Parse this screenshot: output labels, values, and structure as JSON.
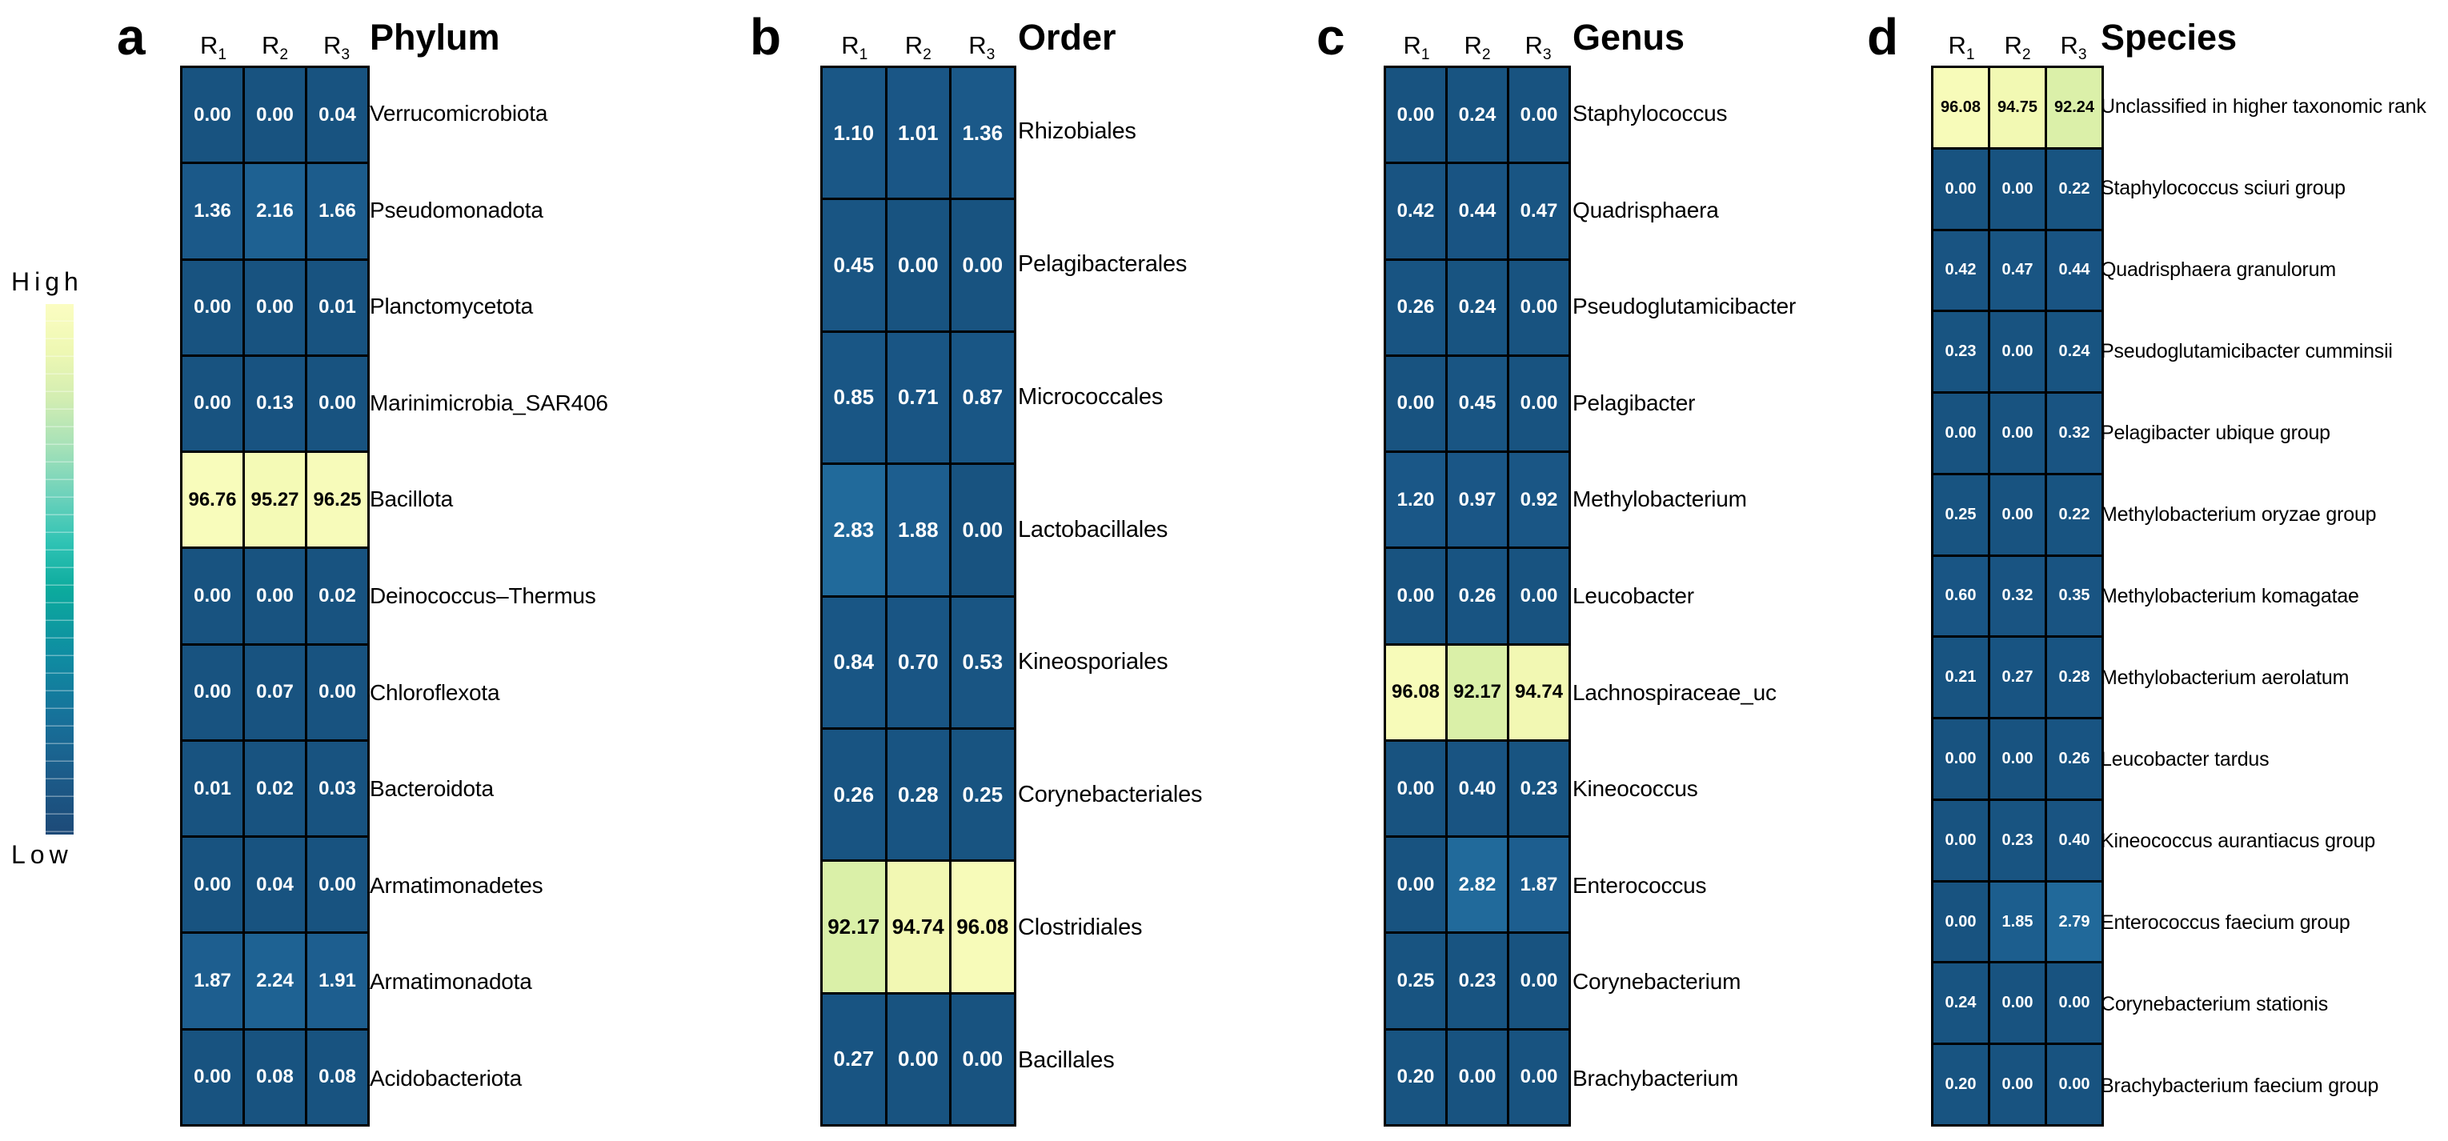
{
  "legend": {
    "high_label": "High",
    "low_label": "Low"
  },
  "colors": {
    "background": "#ffffff",
    "grid_border": "#000000",
    "cell_low_blue": "#185380",
    "cell_high_yellow": "#f9fcbc",
    "value_text_on_blue": "#ffffff",
    "value_text_on_yellow": "#000000",
    "colormap_stops": [
      [
        0,
        "#185380"
      ],
      [
        1.2,
        "#1a5787"
      ],
      [
        2,
        "#1d5f90"
      ],
      [
        3,
        "#226c9d"
      ],
      [
        91.8,
        "#d6eea6"
      ],
      [
        93,
        "#e4f4ad"
      ],
      [
        94.5,
        "#f1f8b2"
      ],
      [
        95.5,
        "#f5fab7"
      ],
      [
        97,
        "#f9fcbc"
      ]
    ],
    "legend_gradient_stops": [
      [
        0,
        "#fbfdc2"
      ],
      [
        9,
        "#eef8b3"
      ],
      [
        18,
        "#d2edb2"
      ],
      [
        27,
        "#a5e1b8"
      ],
      [
        36,
        "#6ed2bb"
      ],
      [
        45,
        "#2fc3b4"
      ],
      [
        54,
        "#0caa9d"
      ],
      [
        66,
        "#0f8da2"
      ],
      [
        78,
        "#17719a"
      ],
      [
        89,
        "#1c5b89"
      ],
      [
        100,
        "#1d4a78"
      ]
    ]
  },
  "chart_data": [
    {
      "type": "heatmap",
      "panel_letter": "a",
      "title": "Phylum",
      "columns": [
        "R1",
        "R2",
        "R3"
      ],
      "value_range_note": "relative abundance percent, Low=dark blue High=pale yellow",
      "rows": [
        {
          "label": "Verrucomicrobiota",
          "values": [
            "0.00",
            "0.00",
            "0.04"
          ]
        },
        {
          "label": "Pseudomonadota",
          "values": [
            "1.36",
            "2.16",
            "1.66"
          ]
        },
        {
          "label": "Planctomycetota",
          "values": [
            "0.00",
            "0.00",
            "0.01"
          ]
        },
        {
          "label": "Marinimicrobia_SAR406",
          "values": [
            "0.00",
            "0.13",
            "0.00"
          ]
        },
        {
          "label": "Bacillota",
          "values": [
            "96.76",
            "95.27",
            "96.25"
          ]
        },
        {
          "label": "Deinococcus–Thermus",
          "values": [
            "0.00",
            "0.00",
            "0.02"
          ]
        },
        {
          "label": "Chloroflexota",
          "values": [
            "0.00",
            "0.07",
            "0.00"
          ]
        },
        {
          "label": "Bacteroidota",
          "values": [
            "0.01",
            "0.02",
            "0.03"
          ]
        },
        {
          "label": "Armatimonadetes",
          "values": [
            "0.00",
            "0.04",
            "0.00"
          ]
        },
        {
          "label": "Armatimonadota",
          "values": [
            "1.87",
            "2.24",
            "1.91"
          ]
        },
        {
          "label": "Acidobacteriota",
          "values": [
            "0.00",
            "0.08",
            "0.08"
          ]
        }
      ]
    },
    {
      "type": "heatmap",
      "panel_letter": "b",
      "title": "Order",
      "columns": [
        "R1",
        "R2",
        "R3"
      ],
      "rows": [
        {
          "label": "Rhizobiales",
          "values": [
            "1.10",
            "1.01",
            "1.36"
          ]
        },
        {
          "label": "Pelagibacterales",
          "values": [
            "0.45",
            "0.00",
            "0.00"
          ]
        },
        {
          "label": "Micrococcales",
          "values": [
            "0.85",
            "0.71",
            "0.87"
          ]
        },
        {
          "label": "Lactobacillales",
          "values": [
            "2.83",
            "1.88",
            "0.00"
          ]
        },
        {
          "label": "Kineosporiales",
          "values": [
            "0.84",
            "0.70",
            "0.53"
          ]
        },
        {
          "label": "Corynebacteriales",
          "values": [
            "0.26",
            "0.28",
            "0.25"
          ]
        },
        {
          "label": "Clostridiales",
          "values": [
            "92.17",
            "94.74",
            "96.08"
          ]
        },
        {
          "label": "Bacillales",
          "values": [
            "0.27",
            "0.00",
            "0.00"
          ]
        }
      ]
    },
    {
      "type": "heatmap",
      "panel_letter": "c",
      "title": "Genus",
      "columns": [
        "R1",
        "R2",
        "R3"
      ],
      "rows": [
        {
          "label": "Staphylococcus",
          "values": [
            "0.00",
            "0.24",
            "0.00"
          ]
        },
        {
          "label": "Quadrisphaera",
          "values": [
            "0.42",
            "0.44",
            "0.47"
          ]
        },
        {
          "label": "Pseudoglutamicibacter",
          "values": [
            "0.26",
            "0.24",
            "0.00"
          ]
        },
        {
          "label": "Pelagibacter",
          "values": [
            "0.00",
            "0.45",
            "0.00"
          ]
        },
        {
          "label": "Methylobacterium",
          "values": [
            "1.20",
            "0.97",
            "0.92"
          ]
        },
        {
          "label": "Leucobacter",
          "values": [
            "0.00",
            "0.26",
            "0.00"
          ]
        },
        {
          "label": "Lachnospiraceae_uc",
          "values": [
            "96.08",
            "92.17",
            "94.74"
          ]
        },
        {
          "label": "Kineococcus",
          "values": [
            "0.00",
            "0.40",
            "0.23"
          ]
        },
        {
          "label": "Enterococcus",
          "values": [
            "0.00",
            "2.82",
            "1.87"
          ]
        },
        {
          "label": "Corynebacterium",
          "values": [
            "0.25",
            "0.23",
            "0.00"
          ]
        },
        {
          "label": "Brachybacterium",
          "values": [
            "0.20",
            "0.00",
            "0.00"
          ]
        }
      ]
    },
    {
      "type": "heatmap",
      "panel_letter": "d",
      "title": "Species",
      "columns": [
        "R1",
        "R2",
        "R3"
      ],
      "rows": [
        {
          "label": "Unclassified in higher taxonomic rank",
          "values": [
            "96.08",
            "94.75",
            "92.24"
          ]
        },
        {
          "label": "Staphylococcus sciuri group",
          "values": [
            "0.00",
            "0.00",
            "0.22"
          ]
        },
        {
          "label": "Quadrisphaera granulorum",
          "values": [
            "0.42",
            "0.47",
            "0.44"
          ]
        },
        {
          "label": "Pseudoglutamicibacter cumminsii",
          "values": [
            "0.23",
            "0.00",
            "0.24"
          ]
        },
        {
          "label": "Pelagibacter ubique group",
          "values": [
            "0.00",
            "0.00",
            "0.32"
          ]
        },
        {
          "label": "Methylobacterium oryzae group",
          "values": [
            "0.25",
            "0.00",
            "0.22"
          ]
        },
        {
          "label": "Methylobacterium komagatae",
          "values": [
            "0.60",
            "0.32",
            "0.35"
          ]
        },
        {
          "label": "Methylobacterium aerolatum",
          "values": [
            "0.21",
            "0.27",
            "0.28"
          ]
        },
        {
          "label": "Leucobacter tardus",
          "values": [
            "0.00",
            "0.00",
            "0.26"
          ]
        },
        {
          "label": "Kineococcus aurantiacus group",
          "values": [
            "0.00",
            "0.23",
            "0.40"
          ]
        },
        {
          "label": "Enterococcus faecium group",
          "values": [
            "0.00",
            "1.85",
            "2.79"
          ]
        },
        {
          "label": "Corynebacterium stationis",
          "values": [
            "0.24",
            "0.00",
            "0.00"
          ]
        },
        {
          "label": "Brachybacterium faecium group",
          "values": [
            "0.20",
            "0.00",
            "0.00"
          ]
        }
      ]
    }
  ]
}
